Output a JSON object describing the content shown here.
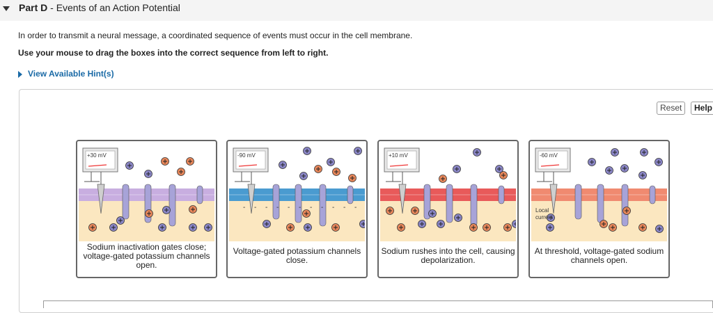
{
  "header": {
    "part_label": "Part D",
    "separator": " - ",
    "title": "Events of an Action Potential"
  },
  "instructions": {
    "line1": "In order to transmit a neural message, a coordinated sequence of events must occur in the cell membrane.",
    "line2": "Use your mouse to drag the boxes into the correct sequence from left to right."
  },
  "hint_link": "View Available Hint(s)",
  "buttons": {
    "reset": "Reset",
    "help": "Help"
  },
  "cards": [
    {
      "voltage": "+30 mV",
      "caption": "Sodium inactivation gates close; voltage-gated potassium channels open.",
      "membrane_color": "#c8aee0"
    },
    {
      "voltage": "-90 mV",
      "caption": "Voltage-gated potassium channels close.",
      "membrane_color": "#4a9bd0"
    },
    {
      "voltage": "+10 mV",
      "caption": "Sodium rushes into the cell, causing depolarization.",
      "membrane_color": "#e85a5a"
    },
    {
      "voltage": "-60 mV",
      "caption": "At threshold, voltage-gated sodium channels open.",
      "membrane_color": "#f08a70",
      "local_label": "Local current"
    }
  ],
  "colors": {
    "sodium_ion": "#e8875a",
    "potassium_ion": "#8b87c8",
    "cytoplasm": "#fbe7c0",
    "hint_link": "#1a6aa6"
  }
}
